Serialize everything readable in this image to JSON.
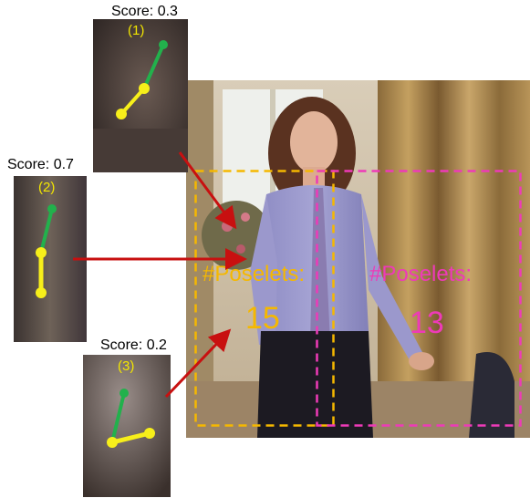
{
  "poselet_patches": [
    {
      "score_text": "Score: 0.3",
      "index_label": "(1)"
    },
    {
      "score_text": "Score: 0.7",
      "index_label": "(2)"
    },
    {
      "score_text": "Score: 0.2",
      "index_label": "(3)"
    }
  ],
  "boxes": {
    "left": {
      "label": "#Poselets:",
      "count": "15",
      "color": "#f5b800"
    },
    "right": {
      "label": "#Poselets:",
      "count": "13",
      "color": "#ee3ab8"
    }
  },
  "colors": {
    "arrow": "#c81010",
    "upper_limb": "#22b14c",
    "lower_limb": "#f7ef1a"
  }
}
